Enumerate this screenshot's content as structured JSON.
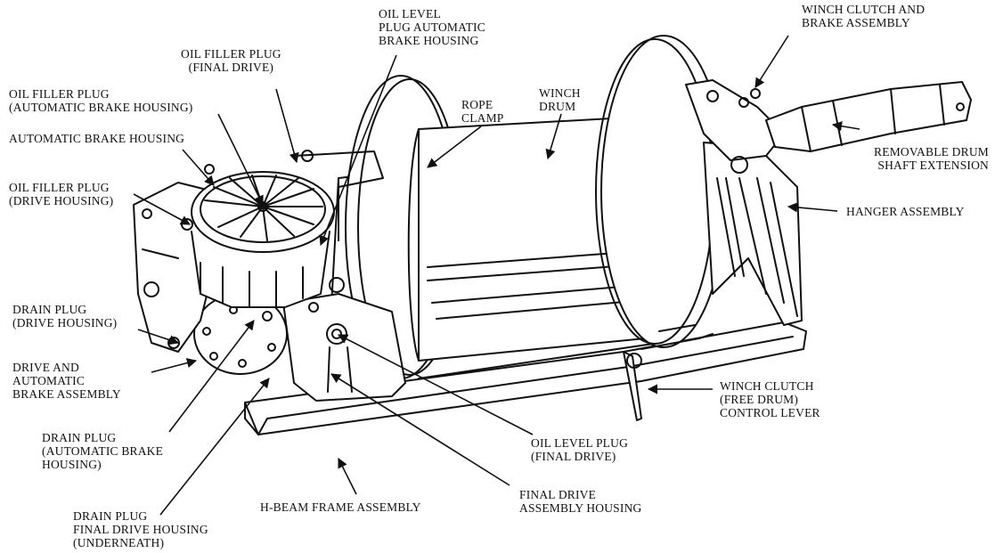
{
  "labels": {
    "oil_level_plug_abh": [
      "OIL LEVEL",
      "PLUG AUTOMATIC",
      "BRAKE HOUSING"
    ],
    "winch_clutch_brake": [
      "WINCH CLUTCH AND",
      "BRAKE ASSEMBLY"
    ],
    "oil_filler_final": [
      "OIL FILLER PLUG",
      "(FINAL DRIVE)"
    ],
    "oil_filler_abh": [
      "OIL FILLER PLUG",
      "(AUTOMATIC BRAKE HOUSING)"
    ],
    "rope_clamp": [
      "ROPE",
      "CLAMP"
    ],
    "winch_drum": [
      "WINCH",
      "DRUM"
    ],
    "automatic_brake_housing": [
      "AUTOMATIC BRAKE HOUSING"
    ],
    "removable_drum_shaft": [
      "REMOVABLE DRUM",
      "SHAFT EXTENSION"
    ],
    "oil_filler_drive": [
      "OIL FILLER PLUG",
      "(DRIVE HOUSING)"
    ],
    "hanger_assembly": [
      "HANGER ASSEMBLY"
    ],
    "drain_plug_drive": [
      "DRAIN PLUG",
      "(DRIVE HOUSING)"
    ],
    "drive_auto_brake": [
      "DRIVE AND",
      "AUTOMATIC",
      "BRAKE ASSEMBLY"
    ],
    "winch_clutch_lever": [
      "WINCH CLUTCH",
      "(FREE DRUM)",
      "CONTROL LEVER"
    ],
    "drain_plug_abh": [
      "DRAIN PLUG",
      "(AUTOMATIC BRAKE",
      "HOUSING)"
    ],
    "oil_level_plug_final": [
      "OIL LEVEL PLUG",
      "(FINAL DRIVE)"
    ],
    "final_drive_housing": [
      "FINAL DRIVE",
      "ASSEMBLY HOUSING"
    ],
    "h_beam_frame": [
      "H-BEAM FRAME ASSEMBLY"
    ],
    "drain_plug_final_under": [
      "DRAIN PLUG",
      "FINAL DRIVE HOUSING",
      "(UNDERNEATH)"
    ]
  }
}
